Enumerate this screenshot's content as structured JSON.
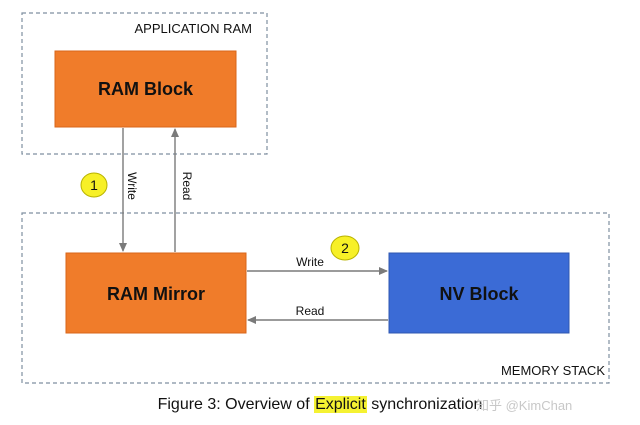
{
  "containers": {
    "application_ram": "APPLICATION RAM",
    "memory_stack": "MEMORY STACK"
  },
  "blocks": {
    "ram_block": "RAM Block",
    "ram_mirror": "RAM Mirror",
    "nv_block": "NV Block"
  },
  "arrows": {
    "vertical_write": "Write",
    "vertical_read": "Read",
    "horizontal_write": "Write",
    "horizontal_read": "Read"
  },
  "steps": {
    "step1": "1",
    "step2": "2"
  },
  "caption": {
    "prefix": "Figure 3: Overview of ",
    "highlight": "Explicit",
    "suffix": " synchronization"
  },
  "watermark": "知乎 @KimChan",
  "colors": {
    "orange_block": "#f07c2a",
    "blue_block": "#3b6bd6",
    "step_circle": "#f7f027",
    "highlight": "#f5f232"
  }
}
